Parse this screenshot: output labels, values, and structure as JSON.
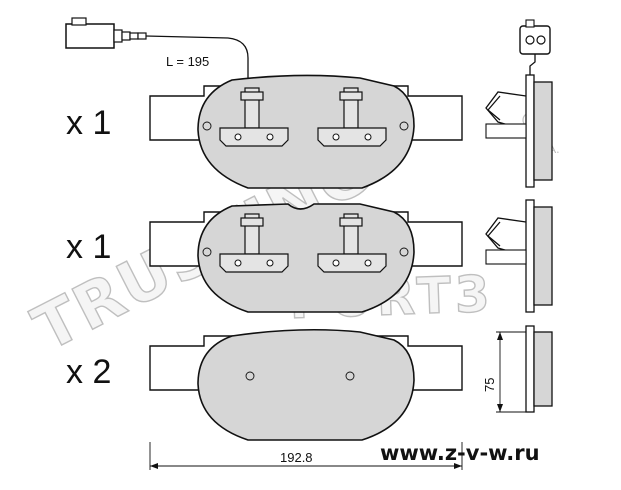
{
  "drawing": {
    "sensor_length_label": "L = 195",
    "rows": [
      {
        "quantity": "x 1"
      },
      {
        "quantity": "x 1"
      },
      {
        "quantity": "x 2"
      }
    ],
    "width_dimension": "192.8",
    "height_dimension": "75"
  },
  "watermark": {
    "brand_word": "TRUSTING",
    "sub_word": "PORT3",
    "small_text": "S.p.A."
  },
  "footer": {
    "url": "www.z-v-w.ru"
  }
}
